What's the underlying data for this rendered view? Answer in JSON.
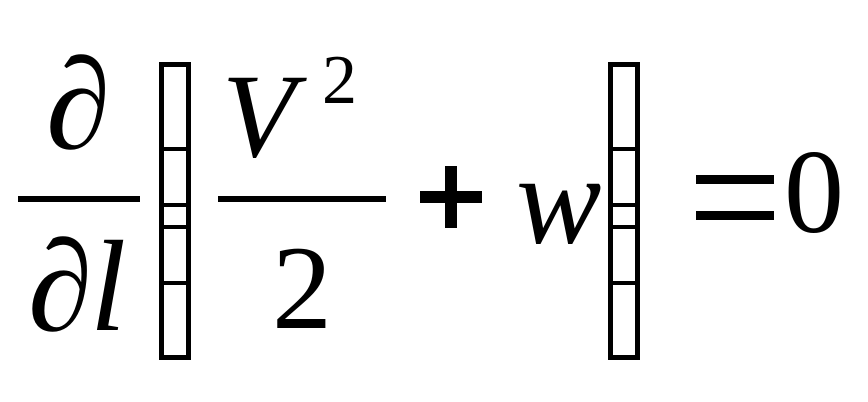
{
  "equation": {
    "derivative": {
      "numerator": "∂",
      "denominator_symbol": "∂",
      "denominator_variable": "l"
    },
    "fraction": {
      "numerator_variable": "V",
      "exponent": "2",
      "denominator": "2"
    },
    "operator_plus": "+",
    "term_w": "w",
    "equals": "=",
    "rhs": "0"
  }
}
